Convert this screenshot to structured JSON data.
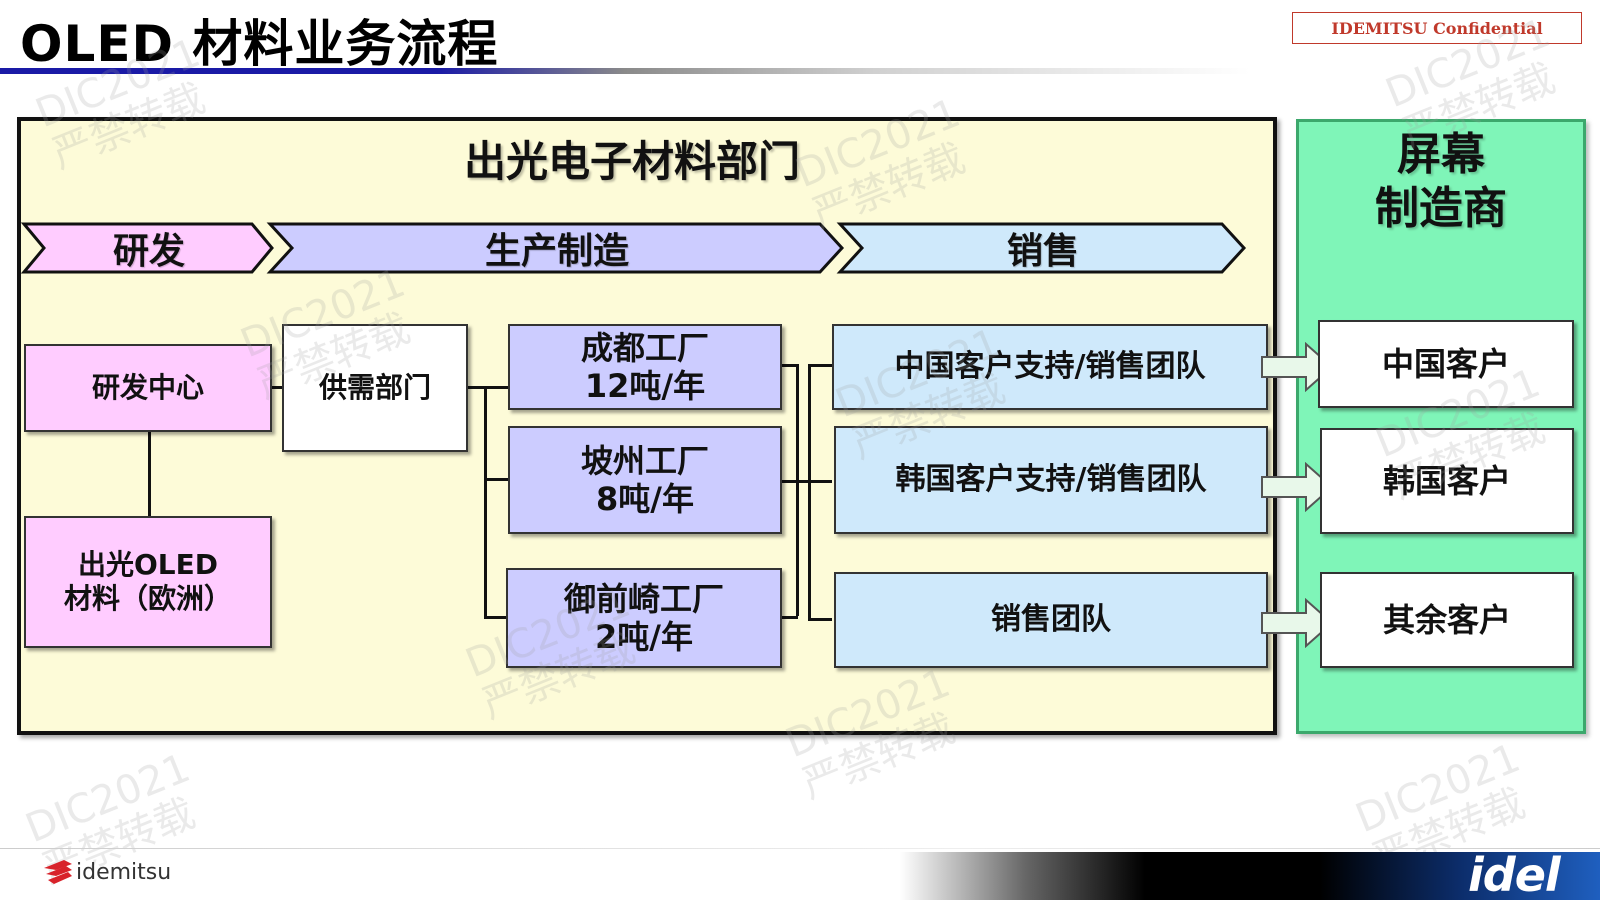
{
  "slide": {
    "title": "OLED 材料业务流程",
    "confidential": "IDEMITSU Confidential",
    "department_title": "出光电子材料部门",
    "maker_title_line1": "屏幕",
    "maker_title_line2": "制造商",
    "watermark_line1": "DIC2021",
    "watermark_line2": "严禁转载",
    "company_name": "idemitsu",
    "footer_logo": "idel"
  },
  "stages": [
    {
      "label": "研发",
      "color": "#ffccff"
    },
    {
      "label": "生产制造",
      "color": "#ccccff"
    },
    {
      "label": "销售",
      "color": "#cfe9fb"
    }
  ],
  "rnd": {
    "center": "研发中心",
    "europe_line1": "出光OLED",
    "europe_line2": "材料（欧洲）"
  },
  "supply": "供需部门",
  "factories": [
    {
      "name": "成都工厂",
      "capacity": "12吨/年"
    },
    {
      "name": "坡州工厂",
      "capacity": "8吨/年"
    },
    {
      "name": "御前崎工厂",
      "capacity": "2吨/年"
    }
  ],
  "sales_teams": [
    "中国客户支持/销售团队",
    "韩国客户支持/销售团队",
    "销售团队"
  ],
  "customers": [
    "中国客户",
    "韩国客户",
    "其余客户"
  ],
  "colors": {
    "department_bg": "#fdfbd8",
    "maker_bg": "#7ff5b8",
    "title_rule": "#1a1aa6",
    "confidential": "#c0392b",
    "arrow_fill": "#e8f8ea"
  }
}
